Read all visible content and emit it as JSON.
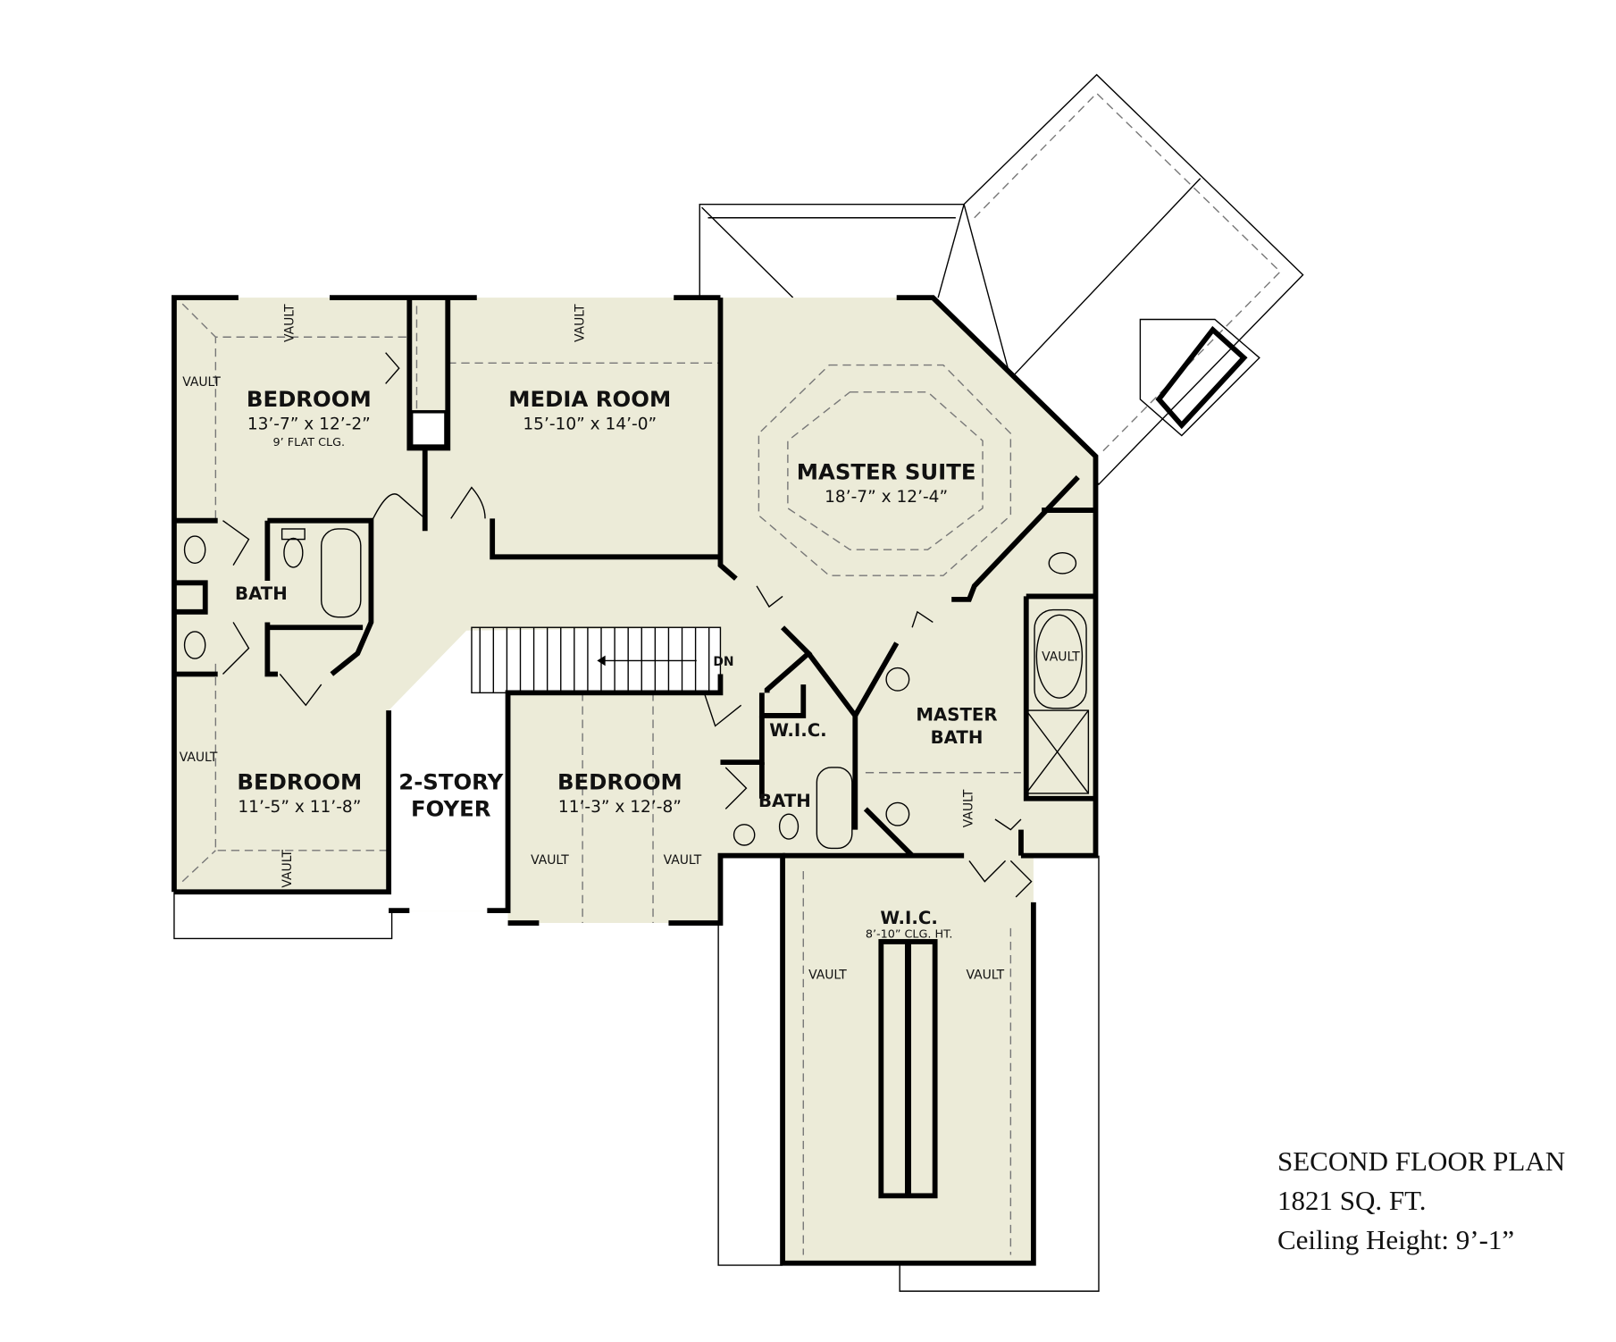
{
  "plan": {
    "title": "SECOND FLOOR PLAN",
    "area": "1821 SQ. FT.",
    "ceiling": "Ceiling Height: 9’-1”"
  },
  "colors": {
    "floor": "#ecebd8",
    "wall": "#000000",
    "exterior": "#ffffff"
  },
  "labels": {
    "vault": "VAULT",
    "down": "DN"
  },
  "rooms": {
    "bedroom_nw": {
      "name": "BEDROOM",
      "size": "13’-7” x 12’-2”",
      "note": "9’ FLAT CLG."
    },
    "media": {
      "name": "MEDIA ROOM",
      "size": "15’-10” x 14’-0”"
    },
    "master_suite": {
      "name": "MASTER SUITE",
      "size": "18’-7” x 12’-4”"
    },
    "bath_w": {
      "name": "BATH"
    },
    "bedroom_sw": {
      "name": "BEDROOM",
      "size": "11’-5” x 11’-8”"
    },
    "foyer": {
      "name_line1": "2-STORY",
      "name_line2": "FOYER"
    },
    "bedroom_s": {
      "name": "BEDROOM",
      "size": "11’-3” x 12’-8”"
    },
    "wic_small": {
      "name": "W.I.C."
    },
    "bath_s": {
      "name": "BATH"
    },
    "master_bath": {
      "name_line1": "MASTER",
      "name_line2": "BATH"
    },
    "wic_large": {
      "name": "W.I.C.",
      "note": "8’-10” CLG. HT."
    }
  }
}
